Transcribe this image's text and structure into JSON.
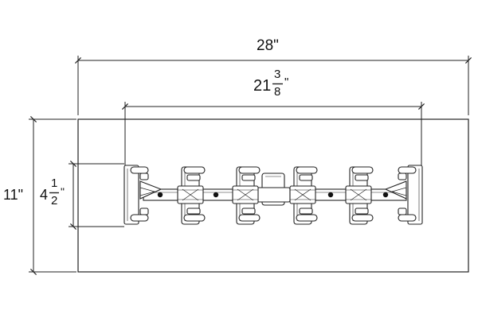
{
  "dimensions": {
    "overall_width": "28\"",
    "inner_width": {
      "whole": "21",
      "numerator": "3",
      "denominator": "8",
      "unit": "\""
    },
    "overall_height": "11\"",
    "inner_height": {
      "whole": "4",
      "numerator": "1",
      "denominator": "2",
      "unit": "\""
    }
  },
  "colors": {
    "line": "#222222",
    "background": "#ffffff"
  }
}
